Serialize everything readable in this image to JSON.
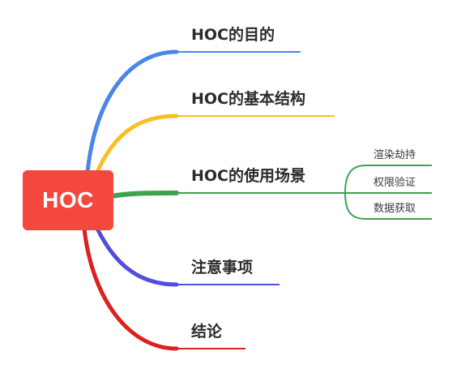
{
  "root": {
    "label": "HOC",
    "color": "#f4473d"
  },
  "branches": [
    {
      "id": "purpose",
      "label": "HOC的目的",
      "color": "#4a86e8"
    },
    {
      "id": "basic-structure",
      "label": "HOC的基本结构",
      "color": "#f6c026"
    },
    {
      "id": "use-cases",
      "label": "HOC的使用场景",
      "color": "#3fa34d",
      "children": [
        {
          "label": "渲染劫持"
        },
        {
          "label": "权限验证"
        },
        {
          "label": "数据获取"
        }
      ]
    },
    {
      "id": "notes",
      "label": "注意事项",
      "color": "#4f4ee0"
    },
    {
      "id": "conclusion",
      "label": "结论",
      "color": "#dc1f1f"
    }
  ]
}
